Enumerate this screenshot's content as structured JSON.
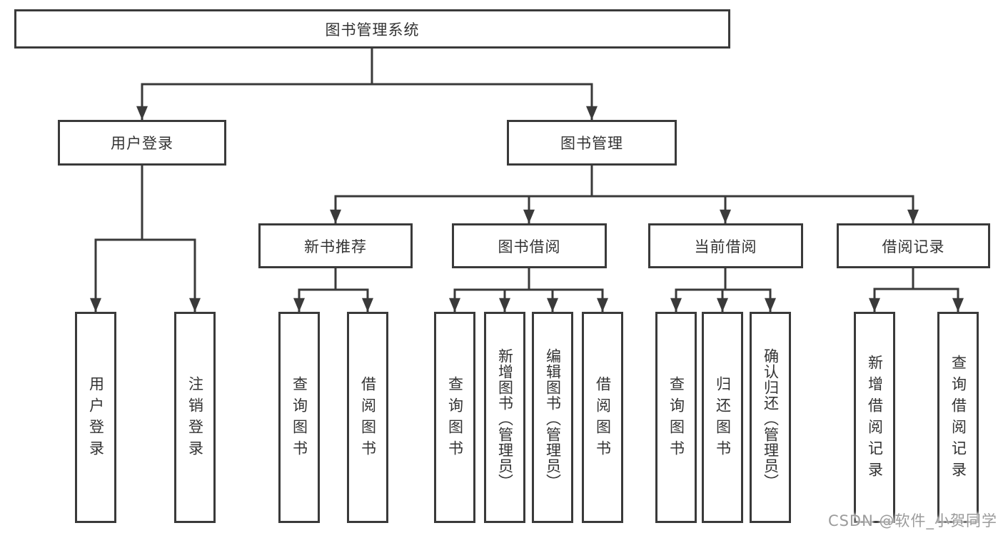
{
  "diagram_title": "图书管理系统",
  "hierarchy": {
    "label": "图书管理系统",
    "children": [
      {
        "label": "用户登录",
        "children": [
          {
            "label": "用户登录"
          },
          {
            "label": "注销登录"
          }
        ]
      },
      {
        "label": "图书管理",
        "children": [
          {
            "label": "新书推荐",
            "children": [
              {
                "label": "查询图书"
              },
              {
                "label": "借阅图书"
              }
            ]
          },
          {
            "label": "图书借阅",
            "children": [
              {
                "label": "查询图书"
              },
              {
                "label": "新增图书（管理员）"
              },
              {
                "label": "编辑图书（管理员）"
              },
              {
                "label": "借阅图书"
              }
            ]
          },
          {
            "label": "当前借阅",
            "children": [
              {
                "label": "查询图书"
              },
              {
                "label": "归还图书"
              },
              {
                "label": "确认归还（管理员）"
              }
            ]
          },
          {
            "label": "借阅记录",
            "children": [
              {
                "label": "新增借阅记录"
              },
              {
                "label": "查询借阅记录"
              }
            ]
          }
        ]
      }
    ]
  },
  "watermark": "CSDN @软件_小贺同学",
  "colors": {
    "line": "#3a3a3a",
    "box_border": "#3a3a3a",
    "box_fill": "#ffffff",
    "text": "#333333",
    "watermark": "#9b9b9b",
    "background": "#ffffff"
  }
}
